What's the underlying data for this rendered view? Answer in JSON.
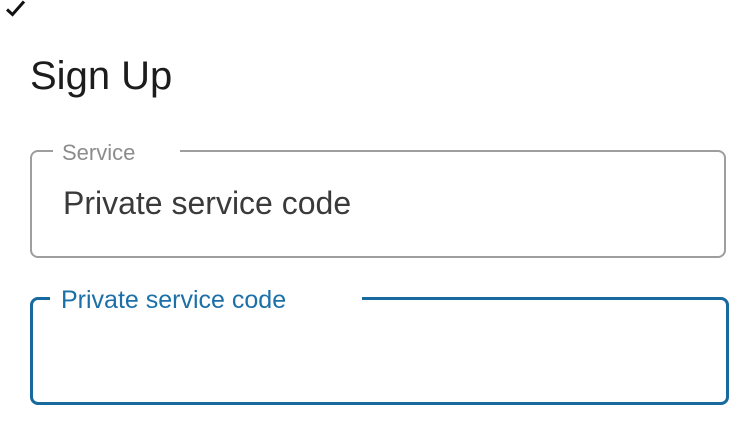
{
  "page": {
    "background": "#ffffff",
    "title": "Sign Up"
  },
  "corner_mark": {
    "icon": "checkmark",
    "color": "#111111"
  },
  "form": {
    "service_field": {
      "label": "Service",
      "value": "Private service code",
      "state": "filled",
      "border_color": "#9e9e9e",
      "label_color": "#8c8c8c",
      "text_color": "#3a3a3a"
    },
    "code_field": {
      "label": "Private service code",
      "value": "",
      "state": "focused",
      "border_color": "#17699e",
      "label_color": "#1c70a8"
    }
  }
}
